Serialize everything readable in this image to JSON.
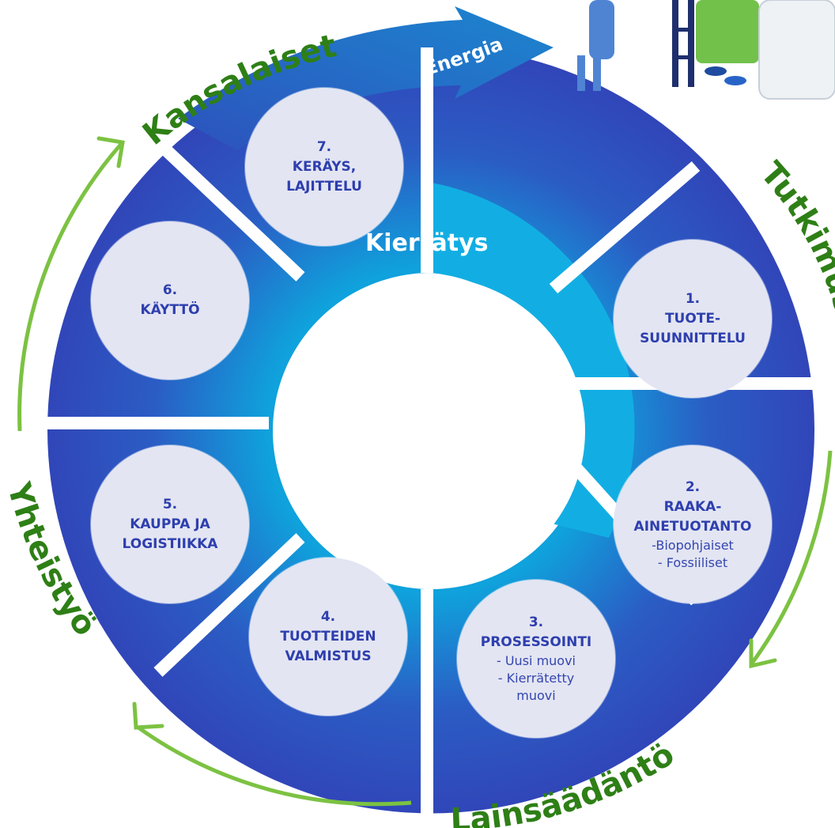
{
  "colors": {
    "ring_dark": "#3145b8",
    "ring_light": "#0fa2dc",
    "hub_cyan": "#12aee3",
    "node_bg": "#e3e5f2",
    "node_text": "#2e3fae",
    "green": "#2e7f16",
    "arrow_green": "#7cc242"
  },
  "center_label": "Kierrätys",
  "energy_label": "Energia",
  "outer_labels": {
    "top": "Kansalaiset",
    "right": "Tutkimus",
    "bottom": "Lainsäädäntö",
    "left": "Yhteistyö"
  },
  "stages": [
    {
      "num": "1.",
      "title": [
        "TUOTE-",
        "SUUNNITTELU"
      ],
      "sub": []
    },
    {
      "num": "2.",
      "title": [
        "RAAKA-",
        "AINETUOTANTO"
      ],
      "sub": [
        "-Biopohjaiset",
        "- Fossiiliset"
      ]
    },
    {
      "num": "3.",
      "title": [
        "PROSESSOINTI"
      ],
      "sub": [
        "- Uusi muovi",
        "- Kierrätetty",
        "muovi"
      ]
    },
    {
      "num": "4.",
      "title": [
        "TUOTTEIDEN",
        "VALMISTUS"
      ],
      "sub": []
    },
    {
      "num": "5.",
      "title": [
        "KAUPPA JA",
        "LOGISTIIKKA"
      ],
      "sub": []
    },
    {
      "num": "6.",
      "title": [
        "KÄYTTÖ"
      ],
      "sub": []
    },
    {
      "num": "7.",
      "title": [
        "KERÄYS,",
        "LAJITTELU"
      ],
      "sub": []
    }
  ],
  "illustration": {
    "icon": "recycling-people-icon"
  }
}
